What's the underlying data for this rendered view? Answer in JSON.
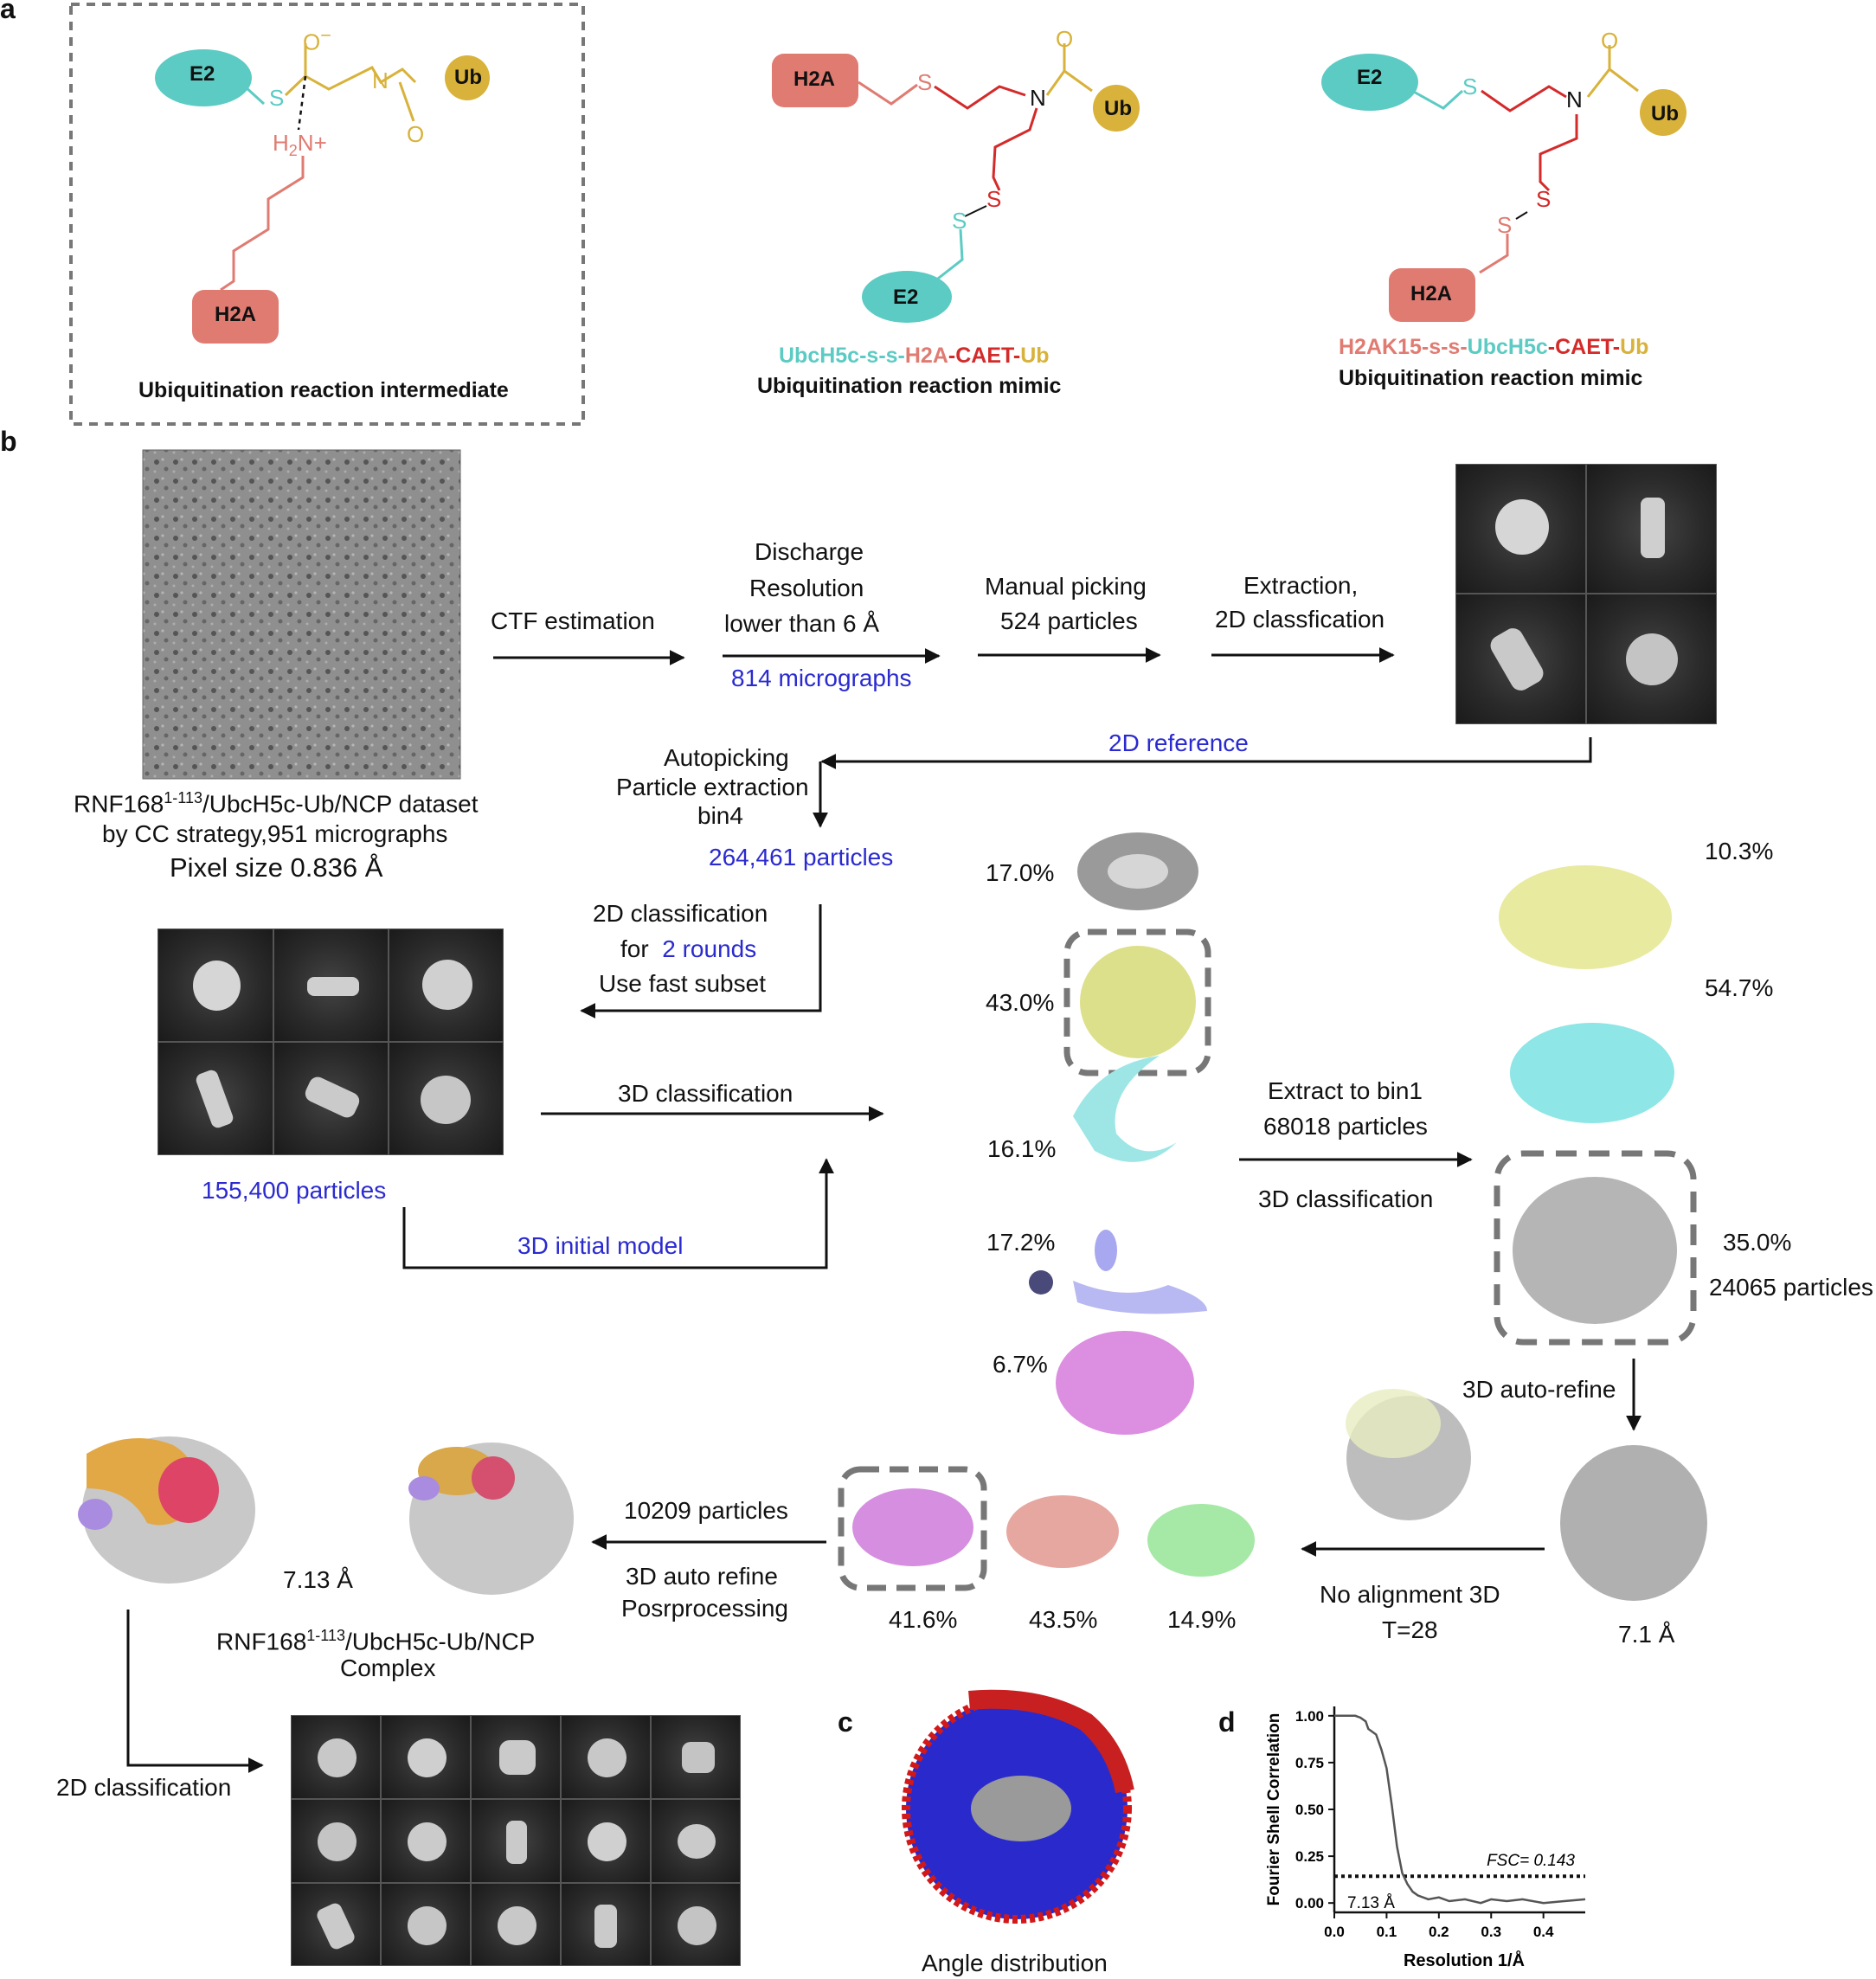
{
  "panels": {
    "a": "a",
    "b": "b",
    "c": "c",
    "d": "d"
  },
  "colors": {
    "e2": "#5ccbc3",
    "h2a": "#e07b72",
    "ub": "#d8b23a",
    "blue_text": "#2a2ad0",
    "red_chain": "#d42a2a"
  },
  "panel_a": {
    "s1": {
      "e2": "E2",
      "s": "S",
      "o_minus": "O",
      "charge": "−",
      "n": "N",
      "o": "O",
      "ub": "Ub",
      "h2n": "H",
      "h2n_sub": "2",
      "h2n_n": "N+",
      "h2a": "H2A",
      "caption": "Ubiquitination reaction intermediate"
    },
    "s2": {
      "h2a": "H2A",
      "s": "S",
      "n": "N",
      "o": "O",
      "ub": "Ub",
      "s2": "S",
      "s3": "S",
      "e2": "E2",
      "name_parts": [
        {
          "text": "UbcH5c-s-s-",
          "color": "#5ccbc3"
        },
        {
          "text": "H2A",
          "color": "#e07b72"
        },
        {
          "text": "-CAET-",
          "color": "#d42a2a"
        },
        {
          "text": "Ub",
          "color": "#d8b23a"
        }
      ],
      "caption": "Ubiquitination reaction mimic"
    },
    "s3": {
      "e2": "E2",
      "s": "S",
      "n": "N",
      "o": "O",
      "ub": "Ub",
      "s2": "S",
      "s3": "S",
      "h2a": "H2A",
      "name_parts": [
        {
          "text": "H2AK15-s-s-",
          "color": "#e07b72"
        },
        {
          "text": "UbcH5c",
          "color": "#5ccbc3"
        },
        {
          "text": "-CAET-",
          "color": "#d42a2a"
        },
        {
          "text": "Ub",
          "color": "#d8b23a"
        }
      ],
      "caption": "Ubiquitination reaction mimic"
    }
  },
  "panel_b": {
    "dataset_line1_pre": "RNF168",
    "dataset_line1_sup": "1-113",
    "dataset_line1_post": "/UbcH5c-Ub/NCP dataset",
    "dataset_line2": "by CC strategy,951 micrographs",
    "pixel_size": "Pixel size 0.836 Å",
    "ctf": "CTF estimation",
    "discharge": [
      "Discharge",
      "Resolution",
      "lower than 6 Å"
    ],
    "micrographs": "814 micrographs",
    "manual": [
      "Manual picking",
      "524 particles"
    ],
    "extraction": [
      "Extraction,",
      "2D classfication"
    ],
    "ref2d": "2D reference",
    "autopick": [
      "Autopicking",
      "Particle extraction",
      "bin4"
    ],
    "particles_264": "264,461 particles",
    "class2d": [
      "2D classification",
      "for",
      "2 rounds",
      "Use fast subset"
    ],
    "class3d": "3D classification",
    "particles_155": "155,400 particles",
    "initial_model": "3D initial model",
    "first_classes": [
      "17.0%",
      "43.0%",
      "16.1%",
      "17.2%",
      "6.7%"
    ],
    "extract_bin1": [
      "Extract to bin1",
      "68018 particles"
    ],
    "class3d_2": "3D classification",
    "second_classes": [
      "10.3%",
      "54.7%",
      "35.0%"
    ],
    "particles_24065": "24065 particles",
    "autorefine": "3D auto-refine",
    "res_71": "7.1 Å",
    "no_align": [
      "No alignment 3D",
      "T=28"
    ],
    "third_classes": [
      "41.6%",
      "43.5%",
      "14.9%"
    ],
    "particles_10209": "10209 particles",
    "refine_post": [
      "3D auto refine",
      "Posrprocessing"
    ],
    "res_713": "7.13 Å",
    "complex_pre": "RNF168",
    "complex_sup": "1-113",
    "complex_post": "/UbcH5c-Ub/NCP",
    "complex_line2": "Complex",
    "final_2d": "2D classification"
  },
  "panel_c": {
    "caption": "Angle distribution"
  },
  "chart_data": {
    "type": "line",
    "xlabel": "Resolution 1/Å",
    "ylabel": "Fourier Shell Correlation",
    "xlim": [
      0,
      0.48
    ],
    "ylim": [
      -0.05,
      1.05
    ],
    "xticks": [
      "0.0",
      "0.1",
      "0.2",
      "0.3",
      "0.4"
    ],
    "yticks": [
      "0.00",
      "0.25",
      "0.50",
      "0.75",
      "1.00"
    ],
    "threshold": {
      "value": 0.143,
      "label": "FSC= 0.143"
    },
    "annotation": "7.13 Å",
    "series": [
      {
        "x": [
          0.0,
          0.02,
          0.04,
          0.05,
          0.06,
          0.065,
          0.07,
          0.08,
          0.09,
          0.1,
          0.11,
          0.12,
          0.13,
          0.14,
          0.15,
          0.16,
          0.18,
          0.2,
          0.22,
          0.25,
          0.28,
          0.3,
          0.33,
          0.36,
          0.4,
          0.44,
          0.48
        ],
        "y": [
          1.0,
          1.0,
          1.0,
          0.99,
          0.97,
          0.93,
          0.92,
          0.9,
          0.82,
          0.72,
          0.52,
          0.3,
          0.16,
          0.1,
          0.06,
          0.04,
          0.02,
          0.03,
          0.01,
          0.02,
          0.0,
          0.02,
          0.01,
          0.02,
          0.0,
          0.01,
          0.02
        ]
      }
    ]
  }
}
